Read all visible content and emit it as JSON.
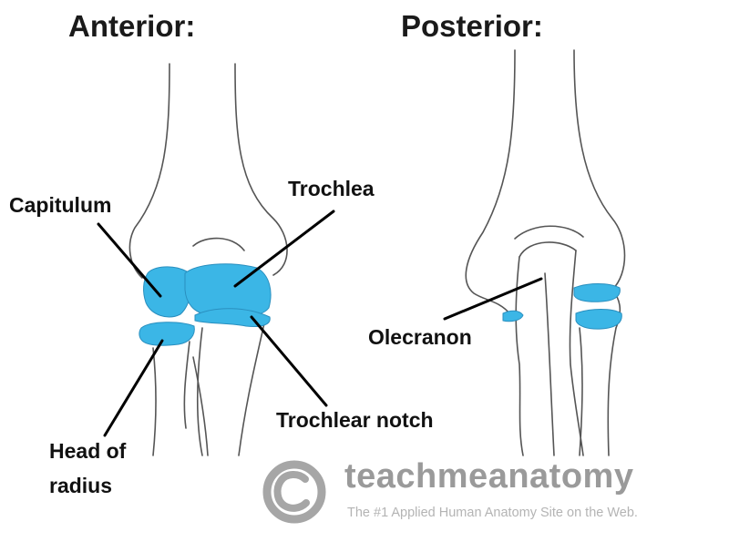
{
  "views": {
    "anterior": "Anterior:",
    "posterior": "Posterior:"
  },
  "labels": {
    "capitulum": "Capitulum",
    "trochlea": "Trochlea",
    "head_of_radius_line1": "Head of",
    "head_of_radius_line2": "radius",
    "trochlear_notch": "Trochlear notch",
    "olecranon": "Olecranon"
  },
  "watermark": {
    "symbol": "©",
    "name": "teachmeanatomy",
    "tagline": "The #1 Applied Human Anatomy Site on the Web."
  },
  "colors": {
    "cartilage": "#3bb6e6",
    "outline": "#555555",
    "pointer": "#000000",
    "watermark": "#9a9a9a"
  }
}
